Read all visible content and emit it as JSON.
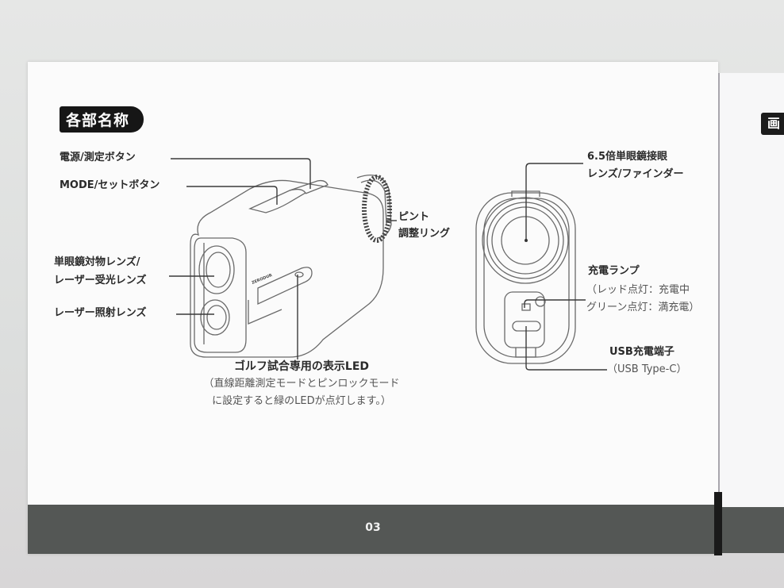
{
  "manual": {
    "section_title": "各部名称",
    "page_number": "03",
    "next_page_heading_fragment": "画"
  },
  "labels": {
    "power_button": "電源/測定ボタン",
    "mode_button": "MODE/セットボタン",
    "objective_lens_line1": "単眼鏡対物レンズ/",
    "objective_lens_line2": "レーザー受光レンズ",
    "laser_lens": "レーザー照射レンズ",
    "focus_ring_line1": "ピント",
    "focus_ring_line2": "調整リング",
    "golf_led_title": "ゴルフ試合専用の表示LED",
    "golf_led_note_line1": "（直線距離測定モードとピンロックモード",
    "golf_led_note_line2": "に設定すると緑のLEDが点灯します。）",
    "eyepiece_line1": "6.5倍単眼鏡接眼",
    "eyepiece_line2": "レンズ/ファインダー",
    "charge_lamp_title": "充電ランプ",
    "charge_lamp_line1": "（レッド点灯：充電中",
    "charge_lamp_line2": "グリーン点灯：満充電）",
    "usb_port_title": "USB充電端子",
    "usb_port_note": "（USB Type-C）"
  },
  "device_brand_mark": "ZERODUR",
  "colors": {
    "page": "#fbfbfb",
    "footer": "#545755",
    "heading_bg": "#161616",
    "text": "#2a2a2a",
    "line": "#3a3a3a"
  }
}
